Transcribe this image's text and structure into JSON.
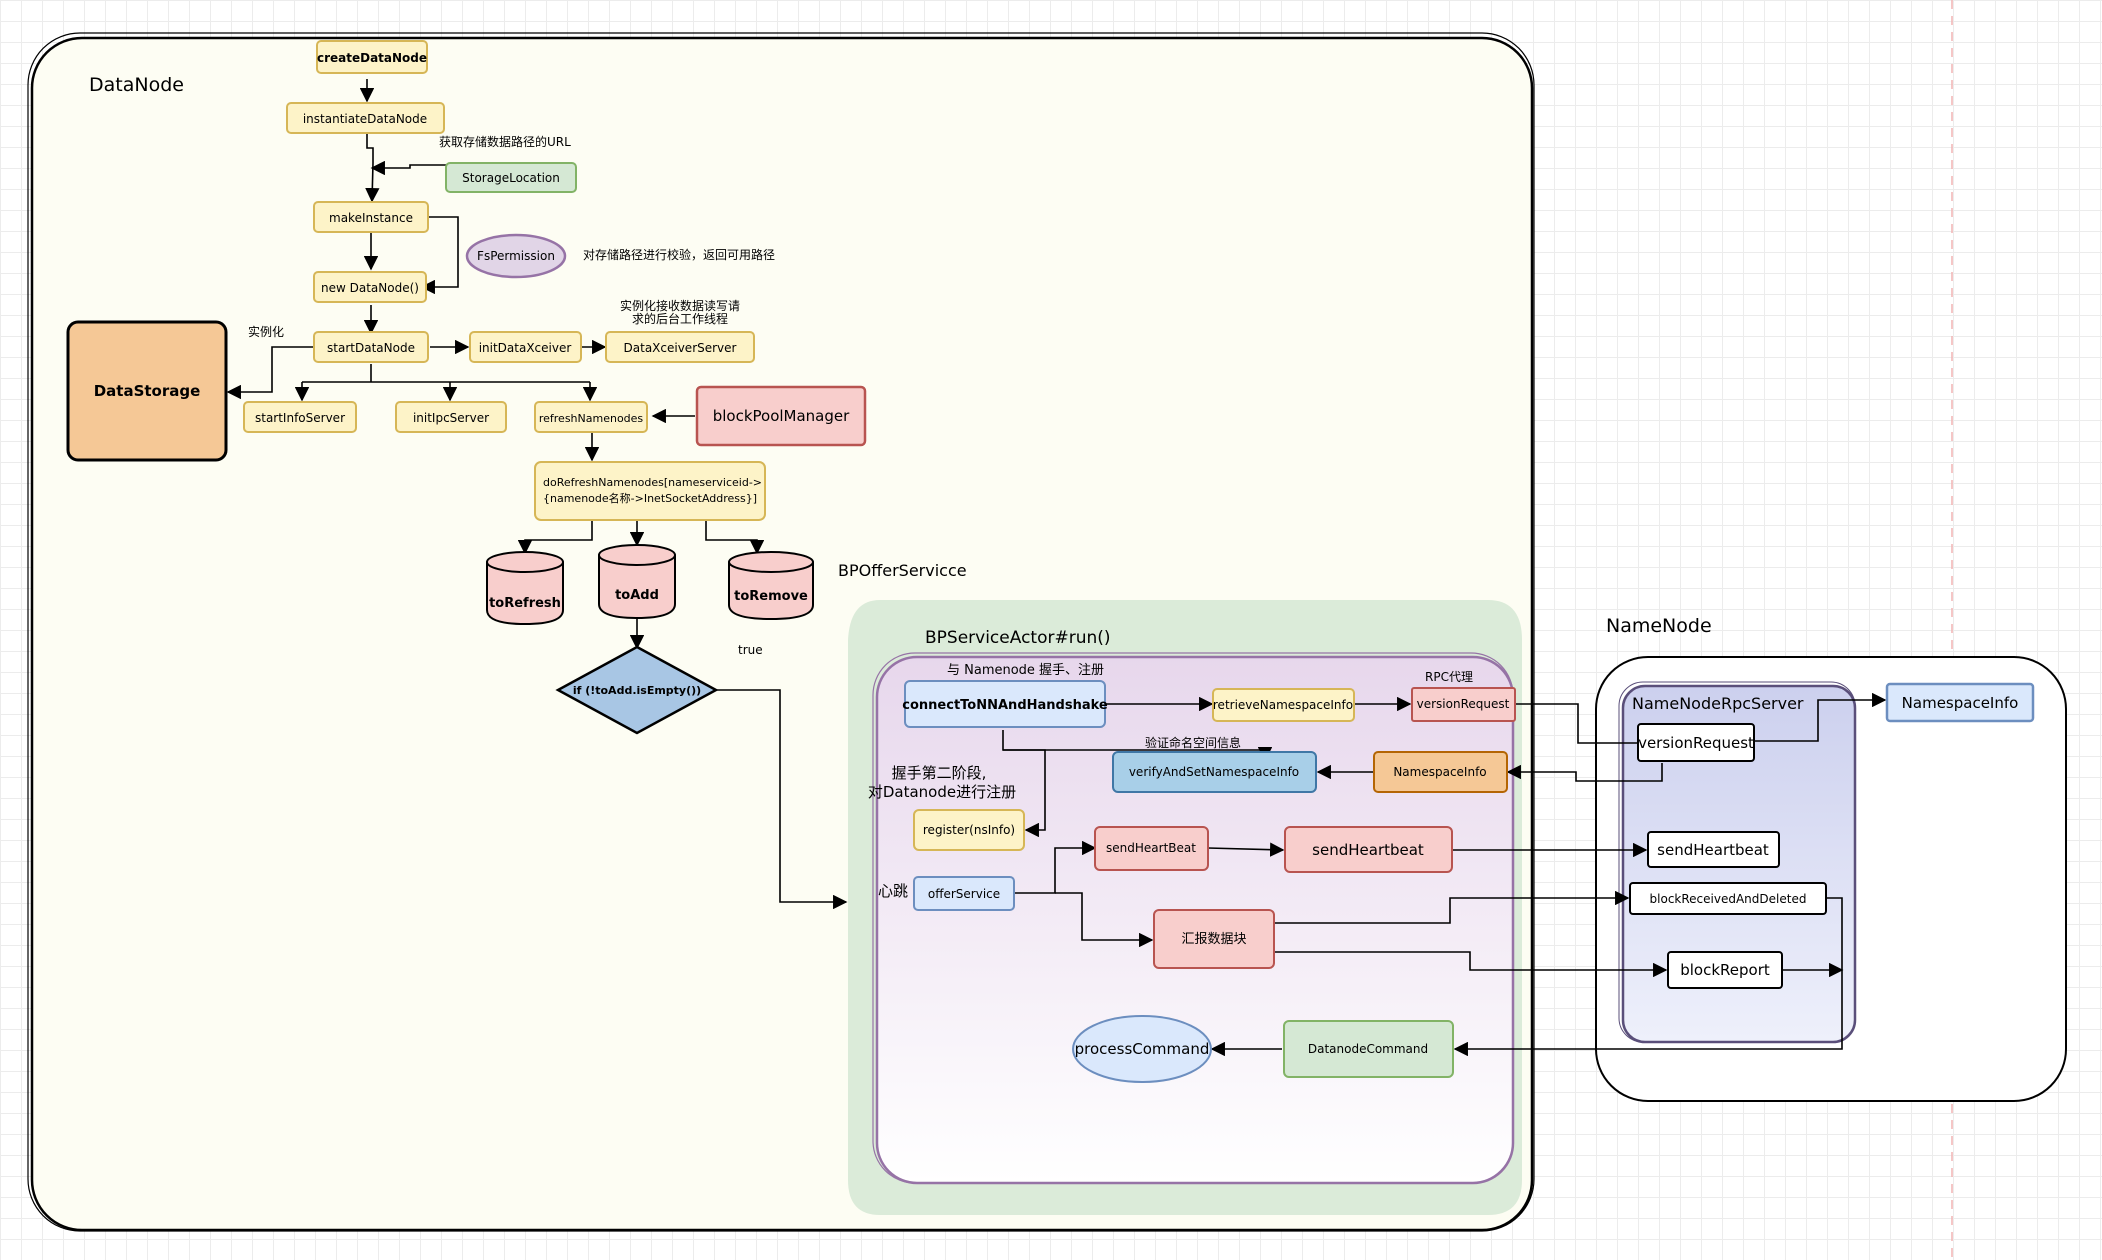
{
  "datanode": {
    "title": "DataNode",
    "nodes": {
      "createDataNode": "createDataNode",
      "instantiateDataNode": "instantiateDataNode",
      "storageLocation": "StorageLocation",
      "makeInstance": "makeInstance",
      "fsPermission": "FsPermission",
      "newDataNode": "new DataNode()",
      "startDataNode": "startDataNode",
      "initDataXceiver": "initDataXceiver",
      "dataXceiverServer": "DataXceiverServer",
      "dataStorage": "DataStorage",
      "startInfoServer": "startInfoServer",
      "initIpcServer": "initIpcServer",
      "refreshNamenodes": "refreshNamenodes",
      "blockPoolManager": "blockPoolManager",
      "doRefreshLine1": "doRefreshNamenodes[nameserviceid->",
      "doRefreshLine2": "{namenode名称->InetSocketAddress}]",
      "toRefresh": "toRefresh",
      "toAdd": "toAdd",
      "toRemove": "toRemove",
      "ifToAdd": "if (!toAdd.isEmpty())"
    },
    "notes": {
      "storageUrl": "获取存储数据路径的URL",
      "fsPermissionNote": "对存储路径进行校验，返回可用路径",
      "instantiate": "实例化",
      "xceiverLine1": "实例化接收数据读写请",
      "xceiverLine2": "求的后台工作线程",
      "bpOfferService": "BPOfferServicce",
      "true": "true"
    }
  },
  "actor": {
    "title": "BPServiceActor#run()",
    "nodes": {
      "connect": "connectToNNAndHandshake",
      "retrieve": "retrieveNamespaceInfo",
      "versionRequest": "versionRequest",
      "verify": "verifyAndSetNamespaceInfo",
      "namespaceInfo": "NamespaceInfo",
      "register": "register(nsInfo)",
      "offerService": "offerService",
      "sendHeartBeat": "sendHeartBeat",
      "sendHeartbeat": "sendHeartbeat",
      "report": "汇报数据块",
      "processCommand": "processCommand",
      "datanodeCommand": "DatanodeCommand"
    },
    "notes": {
      "handshake": "与 Namenode 握手、注册",
      "rpc": "RPC代理",
      "verifyNs": "验证命名空间信息",
      "phase2Line1": "握手第二阶段,",
      "phase2Line2": "对Datanode进行注册",
      "heartbeat": "心跳"
    }
  },
  "namenode": {
    "title": "NameNode",
    "rpcServer": "NameNodeRpcServer",
    "nodes": {
      "versionRequest": "versionRequest",
      "namespaceInfo": "NamespaceInfo",
      "sendHeartbeat": "sendHeartbeat",
      "blockReceivedAndDeleted": "blockReceivedAndDeleted",
      "blockReport": "blockReport"
    }
  },
  "colors": {
    "yellowFill": "#fdf3c8",
    "yellowStroke": "#d6b656",
    "greenFill": "#d5e8d4",
    "greenStroke": "#82b366",
    "redFill": "#f8cecc",
    "redStroke": "#b85450",
    "blueFill": "#dae8fc",
    "blueStroke": "#6c8ebf",
    "orangeFill": "#f5c896",
    "orangeStroke": "#b46504",
    "purpleFill": "#e1d5e7",
    "purpleStroke": "#9673a6",
    "canvas": "#fdfdf3"
  }
}
